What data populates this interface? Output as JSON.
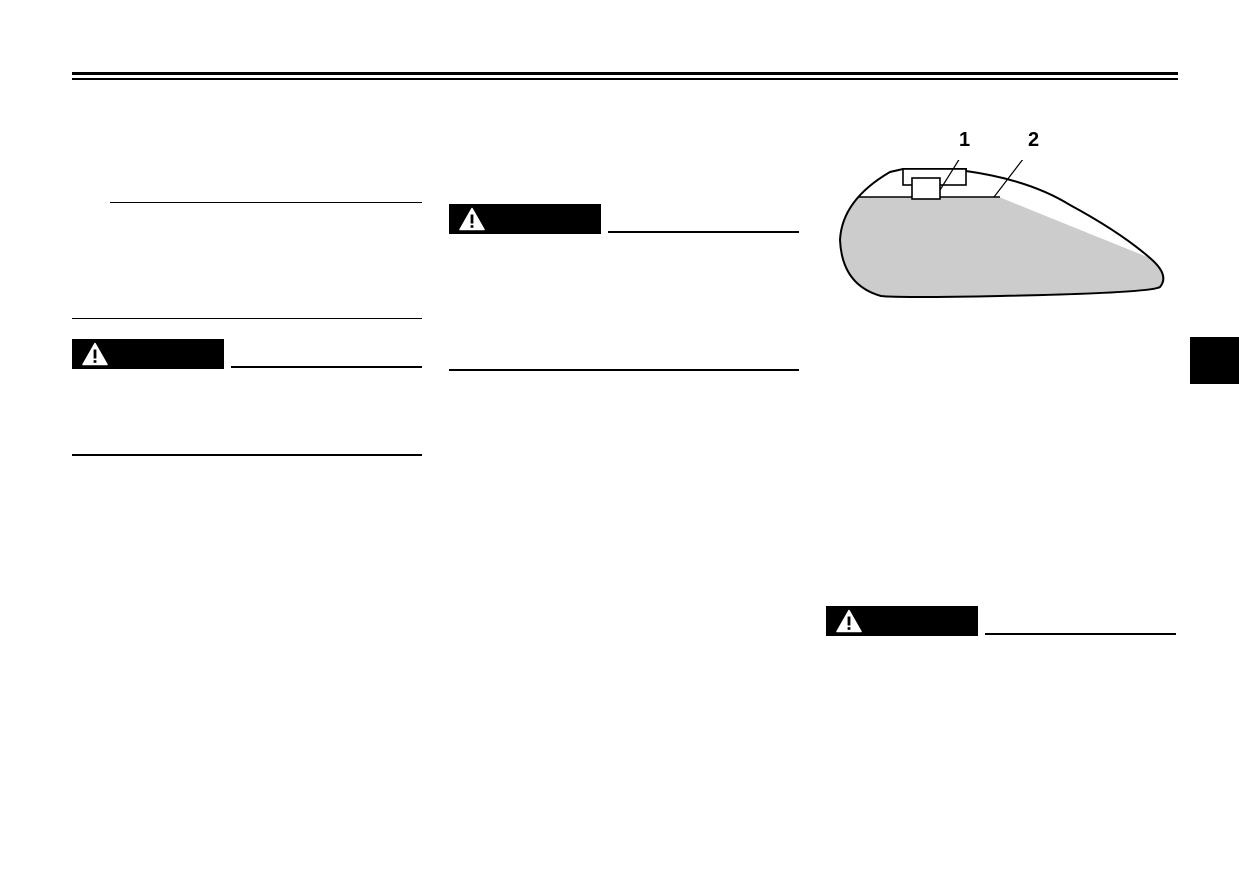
{
  "figure": {
    "callouts": [
      "1",
      "2"
    ],
    "fill_color": "#cccccc"
  },
  "warnings": {
    "icon": "warning-triangle-icon",
    "count": 3
  },
  "section_tab": {
    "color": "#000000"
  }
}
